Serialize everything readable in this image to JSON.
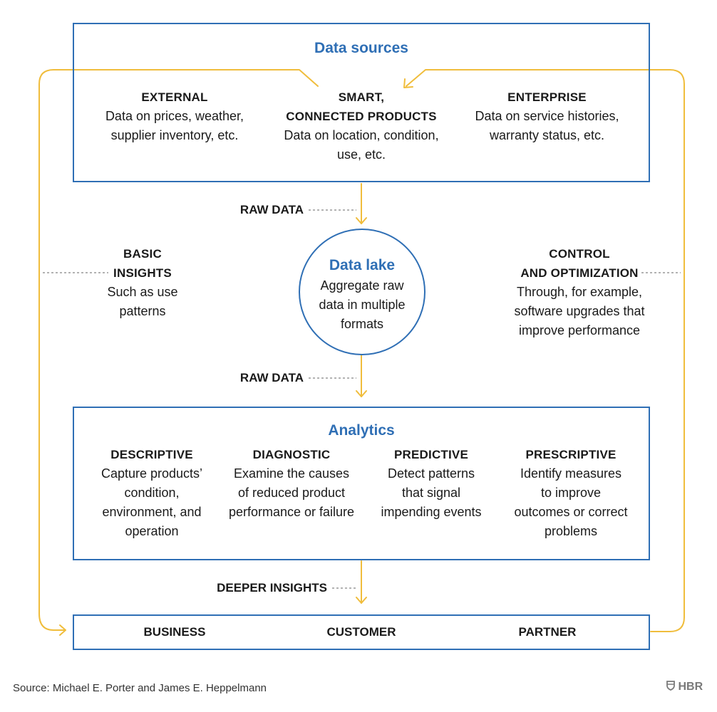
{
  "colors": {
    "accent_blue": "#2f6fb5",
    "arrow_gold": "#f0bd3c",
    "dash_gray": "#666666"
  },
  "data_sources": {
    "title": "Data sources",
    "columns": [
      {
        "heading": "EXTERNAL",
        "lines": [
          "Data on prices, weather,",
          "supplier inventory, etc."
        ]
      },
      {
        "heading": "SMART,",
        "heading2": "CONNECTED PRODUCTS",
        "lines": [
          "Data on location, condition,",
          "use, etc."
        ]
      },
      {
        "heading": "ENTERPRISE",
        "lines": [
          "Data on service histories,",
          "warranty status, etc."
        ]
      }
    ]
  },
  "raw_data_label_1": "RAW DATA",
  "raw_data_label_2": "RAW DATA",
  "deeper_insights_label": "DEEPER INSIGHTS",
  "data_lake": {
    "title": "Data lake",
    "lines": [
      "Aggregate raw",
      "data in multiple",
      "formats"
    ]
  },
  "basic_insights": {
    "heading1": "BASIC",
    "heading2": "INSIGHTS",
    "lines": [
      "Such as use",
      "patterns"
    ]
  },
  "control": {
    "heading1": "CONTROL",
    "heading2": "AND OPTIMIZATION",
    "lines": [
      "Through, for example,",
      "software upgrades that",
      "improve performance"
    ]
  },
  "analytics": {
    "title": "Analytics",
    "columns": [
      {
        "heading": "DESCRIPTIVE",
        "lines": [
          "Capture products’",
          "condition,",
          "environment, and",
          "operation"
        ]
      },
      {
        "heading": "DIAGNOSTIC",
        "lines": [
          "Examine the causes",
          "of reduced product",
          "performance or failure"
        ]
      },
      {
        "heading": "PREDICTIVE",
        "lines": [
          "Detect patterns",
          "that signal",
          "impending events"
        ]
      },
      {
        "heading": "PRESCRIPTIVE",
        "lines": [
          "Identify measures",
          "to improve",
          "outcomes or correct",
          "problems"
        ]
      }
    ]
  },
  "tiers": [
    "BUSINESS",
    "CUSTOMER",
    "PARTNER"
  ],
  "source_note": "Source: Michael E. Porter and James E. Heppelmann",
  "brand": "HBR",
  "brand_icon": "shield-icon"
}
